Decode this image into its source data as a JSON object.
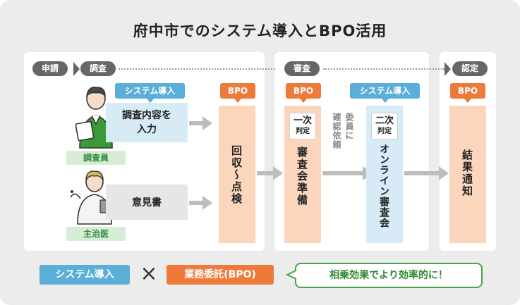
{
  "title": "府中市でのシステム導入とBPO活用",
  "steps": {
    "s1": "申請",
    "s2": "調査",
    "s3": "審査",
    "s4": "認定"
  },
  "tags": {
    "system_top_left": "システム導入",
    "bpo_left": "BPO",
    "bpo_mid": "BPO",
    "system_mid": "システム導入",
    "bpo_right": "BPO"
  },
  "boxes": {
    "survey_input": "調査内容を\n入力",
    "opinion": "意見書",
    "collect": "回収〜点検",
    "review_prep": "審査会準備",
    "online_review": "オンライン審査会",
    "notify": "結果通知"
  },
  "judge": {
    "first_top": "一次",
    "first_bottom": "判定",
    "second_top": "二次",
    "second_bottom": "判定"
  },
  "side_text": {
    "col1": "委員に",
    "col2": "確認依頼"
  },
  "people": {
    "investigator": "調査員",
    "doctor": "主治医"
  },
  "bottom": {
    "system": "システム導入",
    "times": "×",
    "bpo": "業務委託(BPO)",
    "synergy": "相乗効果でより効率的に！"
  },
  "colors": {
    "blue": "#5aaed8",
    "orange": "#ee7a3a",
    "green": "#4aa24a",
    "gray": "#666666"
  }
}
